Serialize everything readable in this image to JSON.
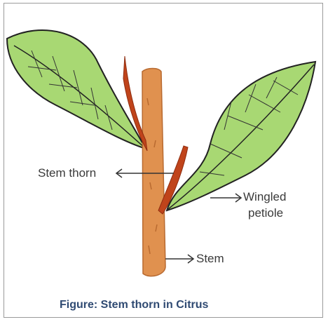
{
  "labels": {
    "stem_thorn": "Stem thorn",
    "wingled_petiole_line1": "Wingled",
    "wingled_petiole_line2": "petiole",
    "stem": "Stem"
  },
  "caption": "Figure: Stem thorn in Citrus",
  "colors": {
    "leaf_fill": "#a8d873",
    "leaf_edge": "#222222",
    "stem": "#e0914f",
    "thorn": "#c0441b",
    "caption": "#2f4a72",
    "label_text": "#3a3a3a"
  }
}
